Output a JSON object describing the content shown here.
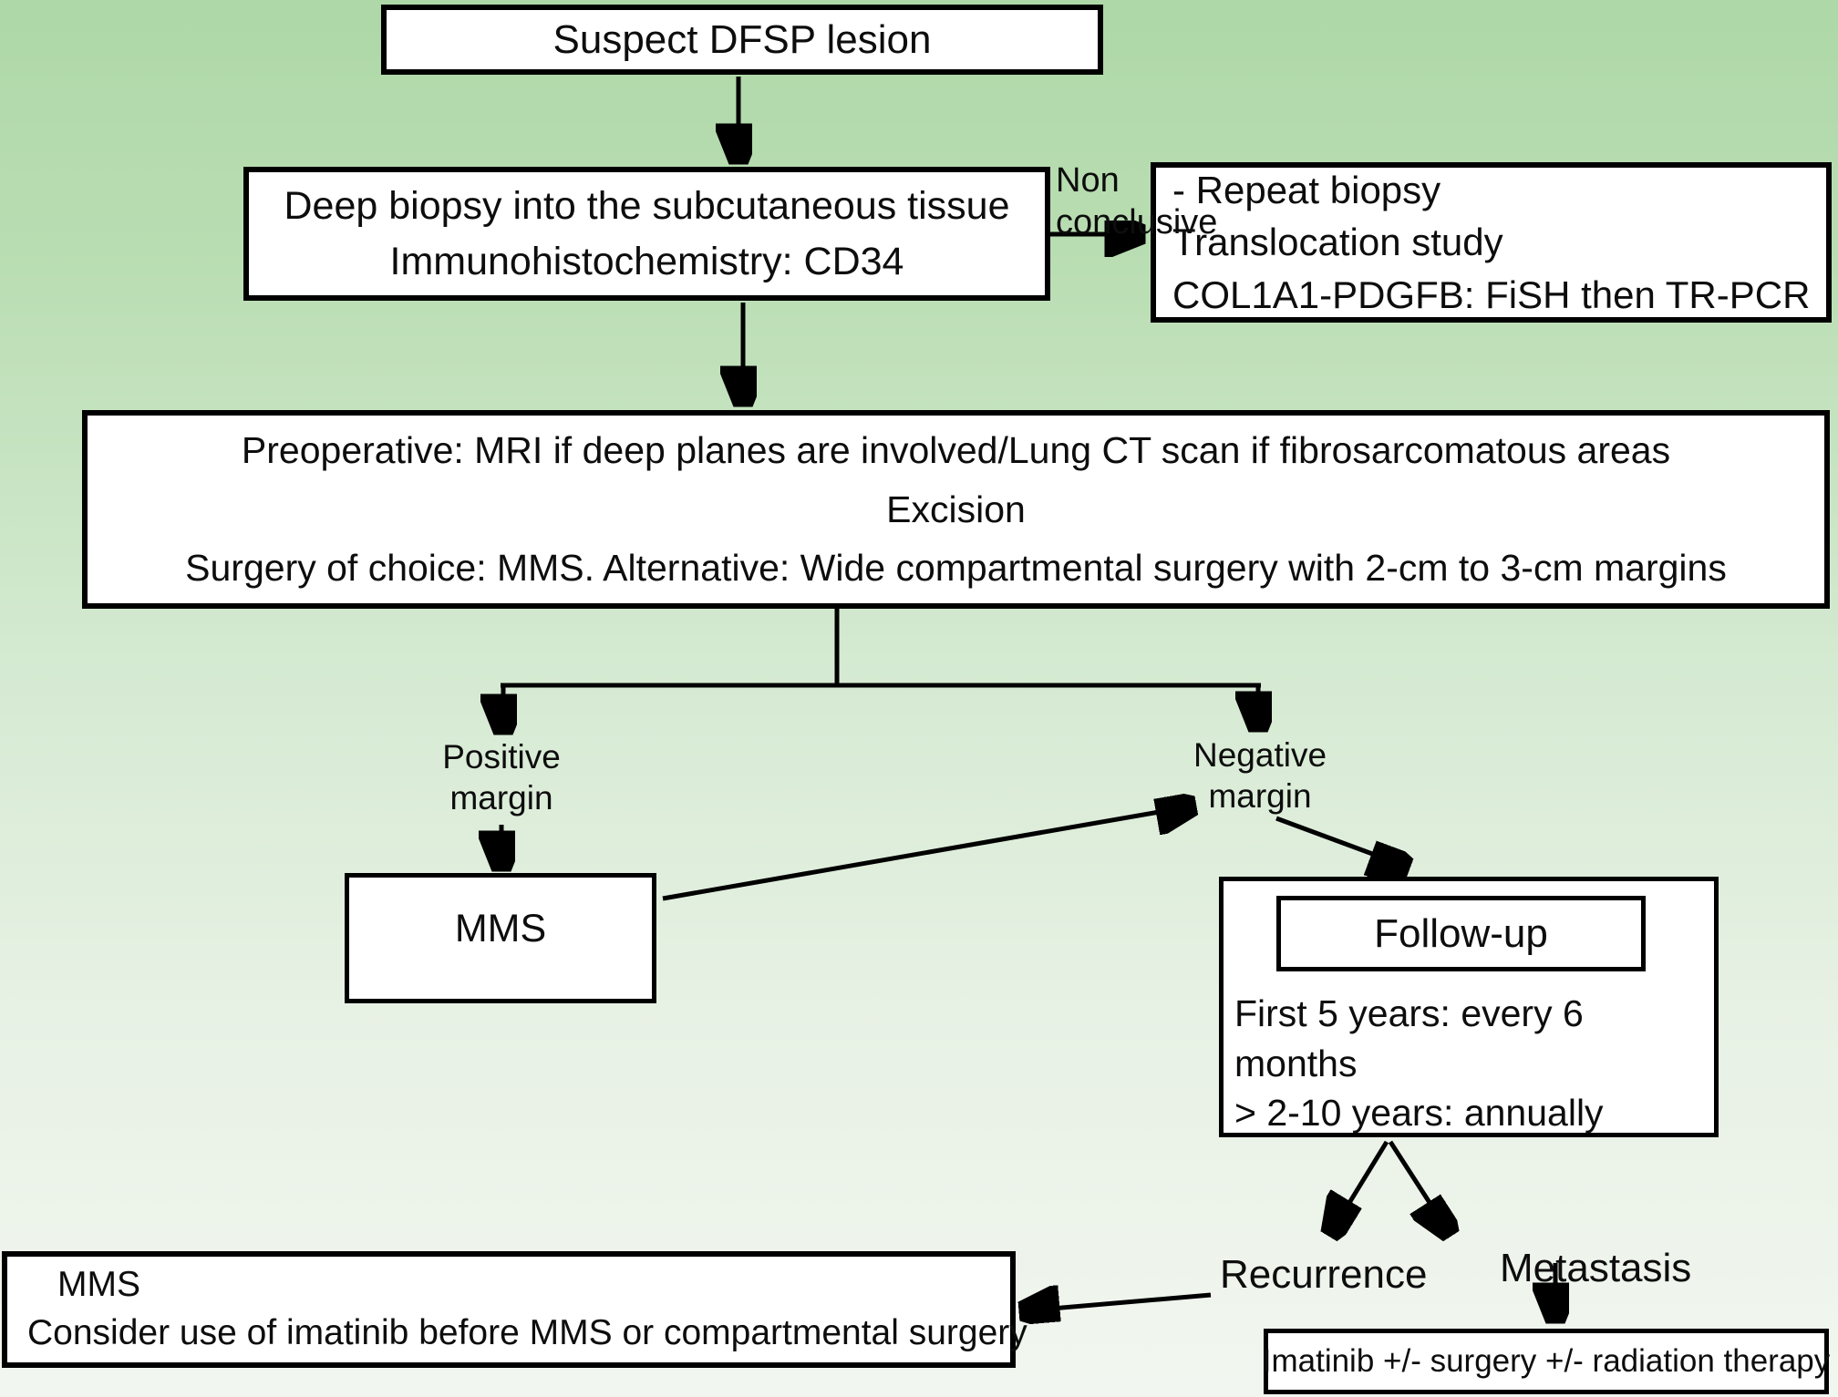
{
  "colors": {
    "background_top": "#aed8a8",
    "background_mid": "#d5ead2",
    "background_bottom": "#f2f6f0",
    "box_fill": "#ffffff",
    "box_border": "#000000",
    "text": "#0d0d0d"
  },
  "boxes": {
    "suspect": {
      "text": "Suspect DFSP lesion"
    },
    "biopsy": {
      "line1": "Deep biopsy into the subcutaneous tissue",
      "line2": "Immunohistochemistry: CD34"
    },
    "repeat_biopsy": {
      "line1": "- Repeat biopsy",
      "line2": "Translocation study",
      "line3": "COL1A1-PDGFB: FiSH then TR-PCR"
    },
    "preoperative": {
      "line1": "Preoperative: MRI if deep planes are involved/Lung CT scan if fibrosarcomatous areas",
      "line2": "Excision",
      "line3": "Surgery of choice: MMS. Alternative: Wide compartmental surgery with 2-cm to 3-cm margins"
    },
    "mms": {
      "text": "MMS"
    },
    "followup": {
      "title": "Follow-up",
      "line1": "First 5 years: every 6",
      "line2": "months",
      "line3": "> 2-10 years: annually"
    },
    "mms_imatinib": {
      "line1": "MMS",
      "line2": "Consider use of imatinib before MMS or compartmental surgery"
    },
    "imatinib": {
      "text": "Imatinib +/- surgery +/- radiation therapy"
    }
  },
  "labels": {
    "non_conclusive": {
      "line1": "Non",
      "line2": "conclusive"
    },
    "positive_margin": {
      "line1": "Positive",
      "line2": "margin"
    },
    "negative_margin": {
      "line1": "Negative",
      "line2": "margin"
    },
    "recurrence": "Recurrence",
    "metastasis": "Metastasis"
  }
}
